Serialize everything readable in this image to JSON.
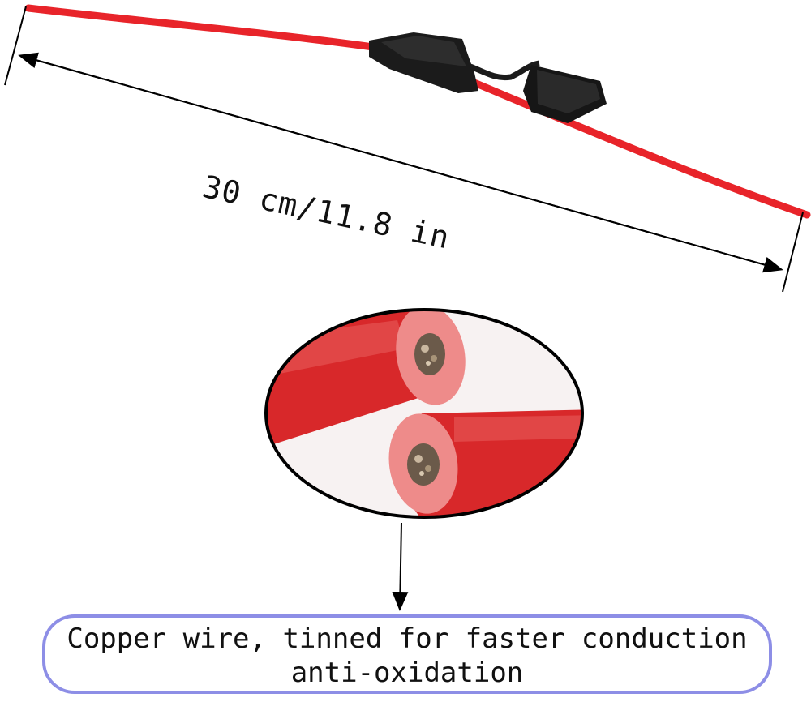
{
  "dimension": {
    "label": "30 cm/11.8 in"
  },
  "caption": {
    "line1": "Copper wire, tinned for faster conduction",
    "line2": "anti-oxidation"
  },
  "colors": {
    "wire_red": "#e8242a",
    "fuse_holder": "#1b1b1b",
    "cable_sheath": "#d8282a",
    "cable_face": "#ee8b8a",
    "copper_core": "#6b5a4a",
    "caption_border": "#8d8ee6"
  }
}
